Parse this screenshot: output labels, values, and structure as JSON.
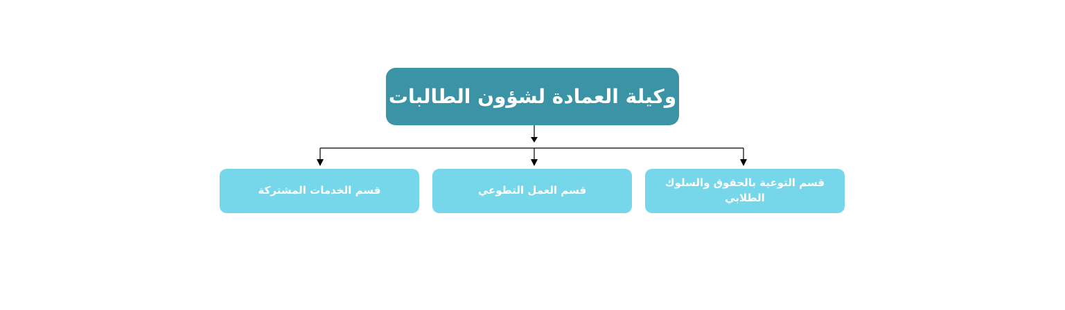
{
  "diagram": {
    "type": "org-chart",
    "root": {
      "label": "وكيلة العمادة لشؤون الطالبات",
      "color": "#3a94a6"
    },
    "children": [
      {
        "label": "قسم التوعية بالحقوق والسلوك الطلابي",
        "color": "#76d6ea"
      },
      {
        "label": "قسم العمل التطوعي",
        "color": "#76d6ea"
      },
      {
        "label": "قسم الخدمات المشتركة",
        "color": "#76d6ea"
      }
    ],
    "connector_color": "#000000"
  }
}
